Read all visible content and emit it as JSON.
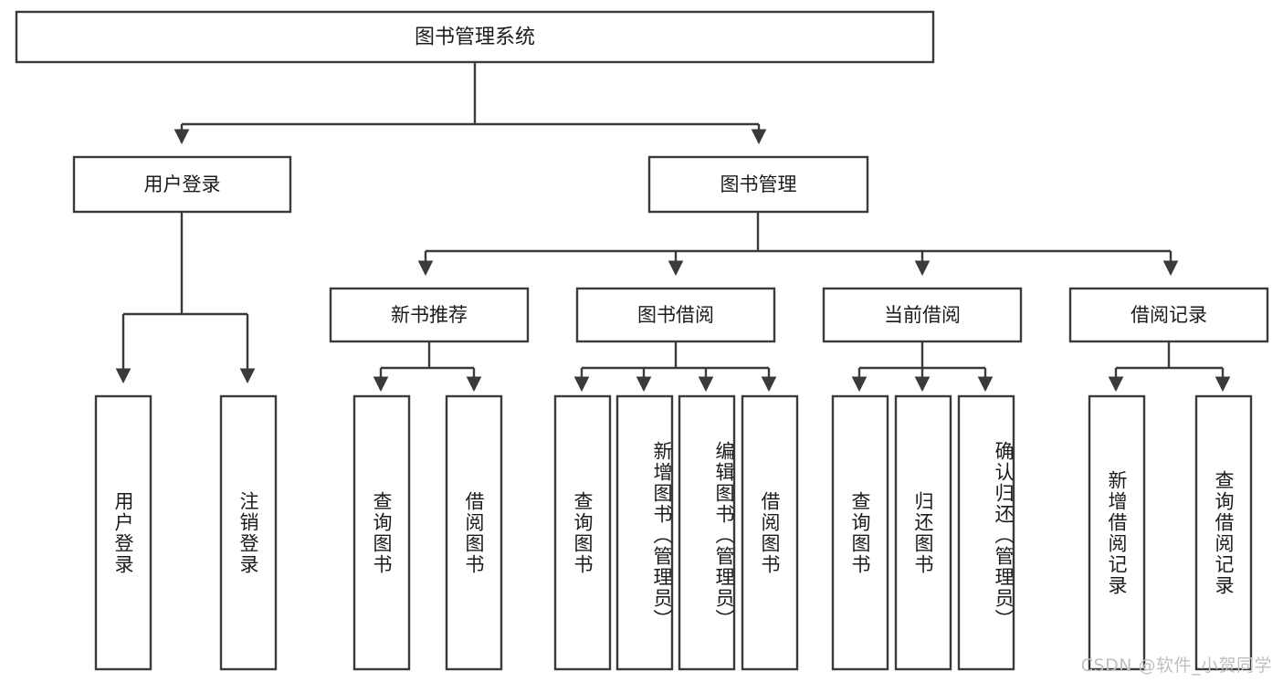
{
  "diagram": {
    "type": "tree",
    "title": "图书管理系统",
    "watermark": "CSDN @软件_小贺同学",
    "colors": {
      "box_stroke": "#3a3a3a",
      "box_fill": "#ffffff",
      "text": "#1b1b1b",
      "background": "#ffffff",
      "watermark": "#bfbfbf"
    },
    "root": {
      "label": "图书管理系统"
    },
    "level1": [
      {
        "label": "用户登录"
      },
      {
        "label": "图书管理"
      }
    ],
    "level2": [
      {
        "label": "新书推荐"
      },
      {
        "label": "图书借阅"
      },
      {
        "label": "当前借阅"
      },
      {
        "label": "借阅记录"
      }
    ],
    "leaves": {
      "user_login": [
        {
          "label": "用户登录"
        },
        {
          "label": "注销登录"
        }
      ],
      "new_book": [
        {
          "label": "查询图书"
        },
        {
          "label": "借阅图书"
        }
      ],
      "book_borrow": [
        {
          "label": "查询图书"
        },
        {
          "label": "新增图书（管理员）"
        },
        {
          "label": "编辑图书（管理员）"
        },
        {
          "label": "借阅图书"
        }
      ],
      "current_borrow": [
        {
          "label": "查询图书"
        },
        {
          "label": "归还图书"
        },
        {
          "label": "确认归还（管理员）"
        }
      ],
      "borrow_record": [
        {
          "label": "新增借阅记录"
        },
        {
          "label": "查询借阅记录"
        }
      ]
    }
  }
}
